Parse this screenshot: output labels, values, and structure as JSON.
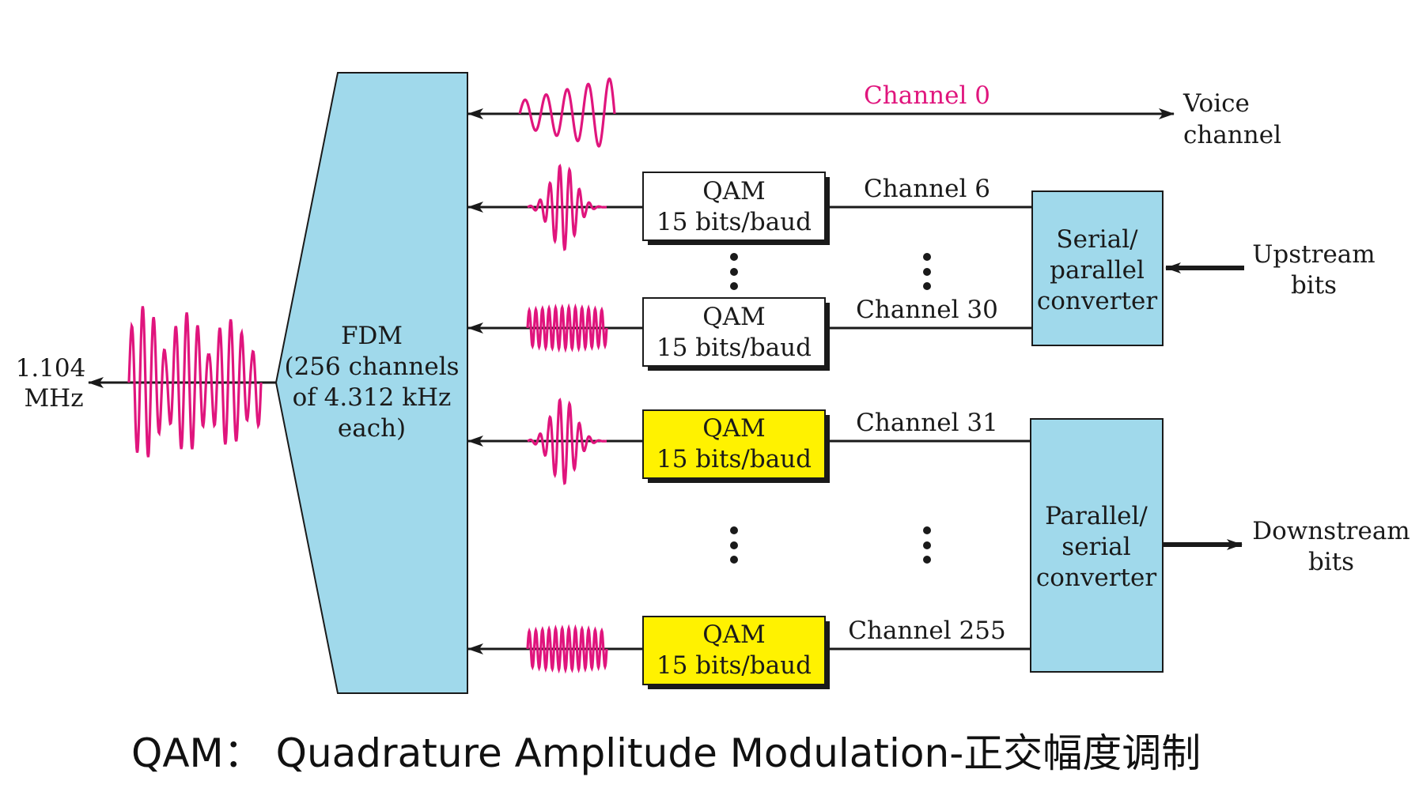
{
  "fdm_block": {
    "title": "FDM",
    "line1": "(256 channels",
    "line2": "of 4.312 kHz",
    "line3": "each)",
    "color": "#a0d9eb"
  },
  "output": {
    "line1": "1.104",
    "line2": "MHz"
  },
  "voice": {
    "channel_label": "Channel 0",
    "line1": "Voice",
    "line2": "channel"
  },
  "qam_blocks": [
    {
      "title": "QAM",
      "rate": "15 bits/baud",
      "channel": "Channel 6",
      "color": "#ffffff"
    },
    {
      "title": "QAM",
      "rate": "15 bits/baud",
      "channel": "Channel 30",
      "color": "#ffffff"
    },
    {
      "title": "QAM",
      "rate": "15 bits/baud",
      "channel": "Channel 31",
      "color": "#fff200"
    },
    {
      "title": "QAM",
      "rate": "15 bits/baud",
      "channel": "Channel 255",
      "color": "#fff200"
    }
  ],
  "serial_parallel": {
    "line1": "Serial/",
    "line2": "parallel",
    "line3": "converter",
    "color": "#a0d9eb"
  },
  "parallel_serial": {
    "line1": "Parallel/",
    "line2": "serial",
    "line3": "converter",
    "color": "#a0d9eb"
  },
  "upstream": {
    "line1": "Upstream",
    "line2": "bits"
  },
  "downstream": {
    "line1": "Downstream",
    "line2": "bits"
  },
  "caption": "QAM： Quadrature Amplitude Modulation-正交幅度调制",
  "colors": {
    "wave": "#e0157d",
    "line": "#1a1a1a"
  }
}
